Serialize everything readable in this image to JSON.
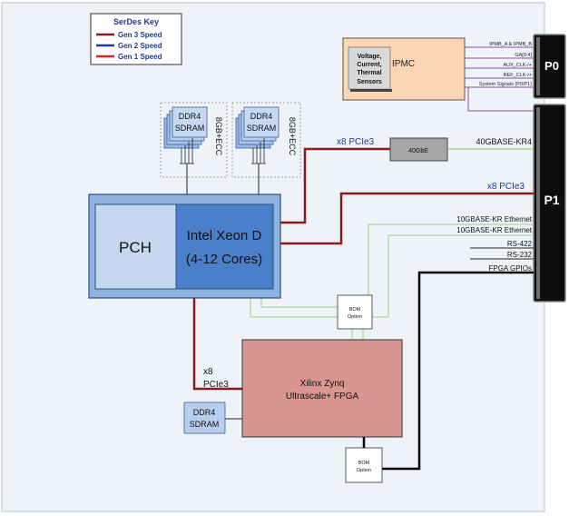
{
  "key": {
    "title": "SerDes Key",
    "items": [
      {
        "label": "Gen 3 Speed",
        "color": "#8b1a1a"
      },
      {
        "label": "Gen 2 Speed",
        "color": "#1f3a93"
      },
      {
        "label": "Gen 1 Speed",
        "color": "#e02020"
      }
    ]
  },
  "ipmc": {
    "label": "IPMC",
    "sensors": [
      "Voltage,",
      "Current,",
      "Thermal",
      "Sensors"
    ],
    "signals": [
      "IPMB_A & IPMB_B",
      "GA[0:4]",
      "AUX_CLK-/+",
      "REF_CLK-/+",
      "System Signals (P0/P1)"
    ]
  },
  "connectors": {
    "p0": "P0",
    "p1": "P1"
  },
  "memory": {
    "chip_line1": "DDR4",
    "chip_line2": "SDRAM",
    "capacity": "8GB+ECC"
  },
  "cpu": {
    "pch": "PCH",
    "xeon_line1": "Intel Xeon D",
    "xeon_line2": "(4-12 Cores)"
  },
  "gbe": {
    "label": "40GbE"
  },
  "links": {
    "pcie_top": "x8 PCIe3",
    "pcie_right": "x8 PCIe3",
    "pcie_fpga_line1": "x8",
    "pcie_fpga_line2": "PCIe3",
    "kr4": "40GBASE-KR4",
    "eth1": "10GBASE-KR Ethernet",
    "eth2": "10GBASE-KR Ethernet",
    "rs422": "RS-422",
    "rs232": "RS-232",
    "gpio": "FPGA GPIOs"
  },
  "bom": {
    "line1": "BOM",
    "line2": "Option"
  },
  "fpga": {
    "line1": "Xilinx Zynq",
    "line2": "Ultrascale+ FPGA"
  },
  "fpga_ddr": {
    "line1": "DDR4",
    "line2": "SDRAM"
  },
  "colors": {
    "board": "#eef3fa",
    "gen3": "#8b1a1a",
    "ipmc_fill": "#fcd5b4",
    "cpu_outer": "#8fb2de",
    "pch_fill": "#c5d8f0",
    "xeon_fill": "#4a7fc9",
    "fpga_fill": "#d9958f",
    "green_line": "#9bd07a",
    "purple_line": "#8e4fa8"
  }
}
